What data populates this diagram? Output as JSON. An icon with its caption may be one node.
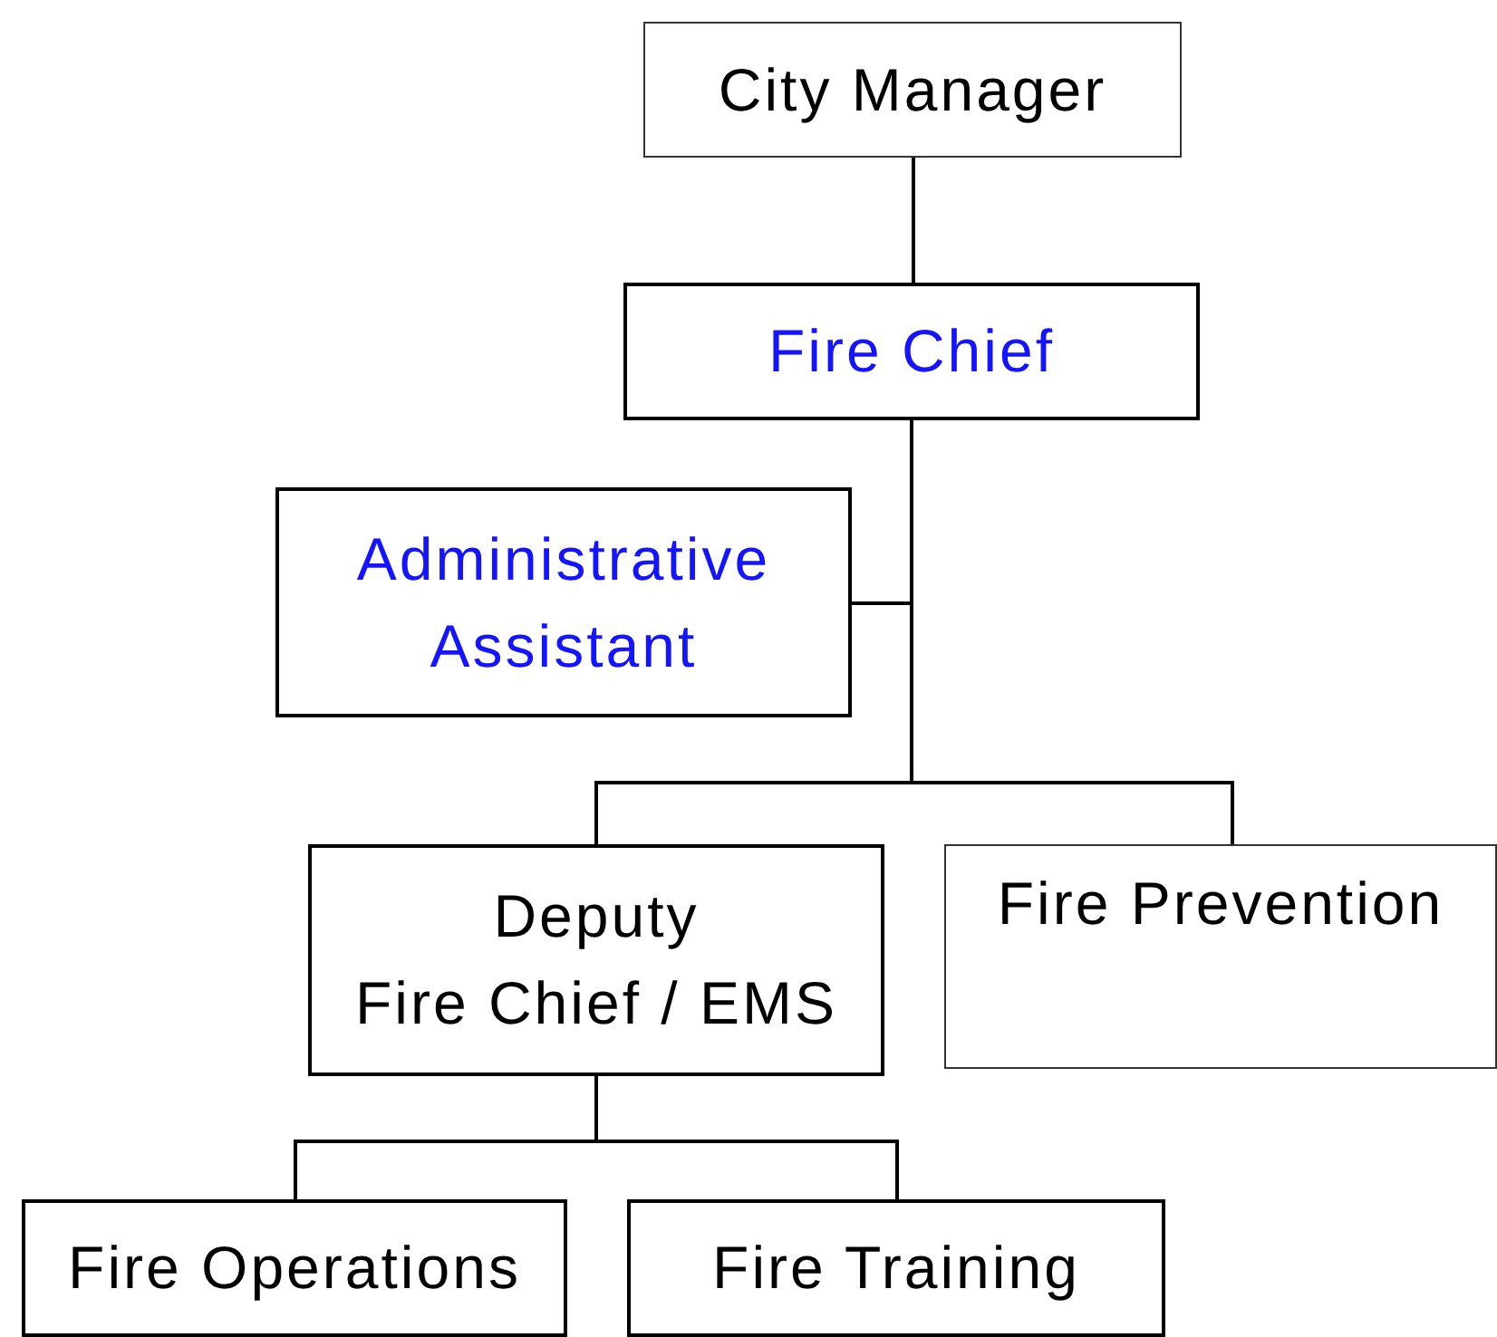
{
  "diagram": {
    "nodes": [
      {
        "text": [
          "City Manager"
        ]
      },
      {
        "text": [
          "Fire Chief"
        ]
      },
      {
        "text": [
          "Administrative Assistant"
        ]
      },
      {
        "text": [
          "Deputy Fire Chief / EMS"
        ]
      },
      {
        "text": [
          "Fire Prevention"
        ]
      },
      {
        "text": [
          "Fire Operations"
        ]
      },
      {
        "text": [
          "Fire Training"
        ]
      }
    ],
    "edges": [
      {
        "from": 0,
        "to": 1,
        "arrow": "none"
      },
      {
        "from": 1,
        "to": 2,
        "arrow": "none"
      },
      {
        "from": 1,
        "to": 3,
        "arrow": "none"
      },
      {
        "from": 1,
        "to": 4,
        "arrow": "none"
      },
      {
        "from": 3,
        "to": 5,
        "arrow": "none"
      },
      {
        "from": 3,
        "to": 6,
        "arrow": "none"
      }
    ]
  }
}
